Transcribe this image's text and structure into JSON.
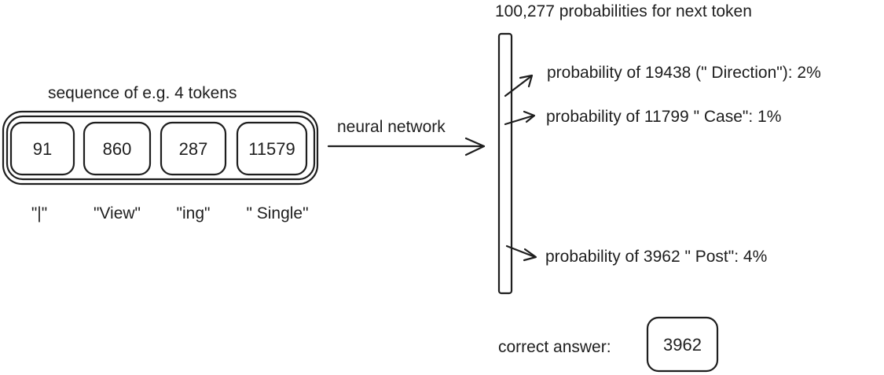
{
  "sequence": {
    "title": "sequence of e.g. 4 tokens",
    "tokens": [
      {
        "id": "91",
        "text": "\"|\""
      },
      {
        "id": "860",
        "text": "\"View\""
      },
      {
        "id": "287",
        "text": "\"ing\""
      },
      {
        "id": "11579",
        "text": "\" Single\""
      }
    ]
  },
  "network": {
    "label": "neural network"
  },
  "output": {
    "title": "100,277 probabilities for next token",
    "probabilities": [
      "probability of 19438 (\" Direction\"): 2%",
      "probability of 11799 \" Case\": 1%",
      "probability of 3962 \" Post\": 4%"
    ]
  },
  "answer": {
    "label": "correct answer:",
    "value": "3962"
  }
}
